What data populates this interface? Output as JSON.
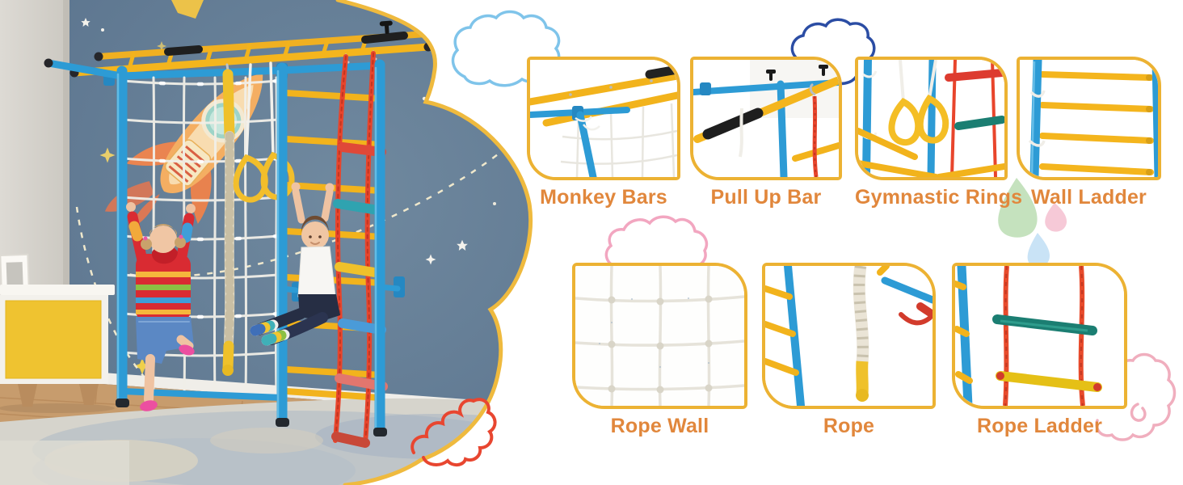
{
  "features": {
    "top": [
      {
        "label": "Monkey Bars",
        "image": "monkey-bars-closeup"
      },
      {
        "label": "Pull Up Bar",
        "image": "pull-up-bar-closeup"
      },
      {
        "label": "Gymnastic Rings",
        "image": "gymnastic-rings-closeup"
      },
      {
        "label": "Wall Ladder",
        "image": "wall-ladder-closeup"
      }
    ],
    "bottom": [
      {
        "label": "Rope Wall",
        "image": "rope-wall-closeup"
      },
      {
        "label": "Rope",
        "image": "climbing-rope-closeup"
      },
      {
        "label": "Rope Ladder",
        "image": "rope-ladder-closeup"
      }
    ]
  },
  "styles": {
    "label_color": "#E1873C",
    "card_border_color": "#ECB233",
    "photo_border_color": "#EFBA3E",
    "frame_blue": "#2D9BD5",
    "bar_yellow": "#F2B31C",
    "rope_red": "#E8452C"
  },
  "photo": {
    "scene": "kids-climbing-on-wall-mounted-jungle-gym",
    "decals": [
      "rocket",
      "stars",
      "sparkles",
      "dashed-orbit"
    ]
  },
  "decorations": {
    "clouds": [
      {
        "name": "chalk-cloud-light-blue",
        "color": "#7FC4EA"
      },
      {
        "name": "chalk-cloud-royal-blue",
        "color": "#2B4DA4"
      },
      {
        "name": "chalk-cloud-pink-top",
        "color": "#F2A6C0"
      },
      {
        "name": "chalk-cloud-pink-bottom",
        "color": "#F0AEBE"
      },
      {
        "name": "chalk-cloud-red",
        "color": "#E84630"
      }
    ],
    "drops": [
      {
        "name": "pastel-drop-green",
        "color": "#C5E2BE"
      },
      {
        "name": "pastel-drop-pink",
        "color": "#F6C9D7"
      },
      {
        "name": "pastel-drop-blue",
        "color": "#C9E3F6"
      }
    ]
  }
}
